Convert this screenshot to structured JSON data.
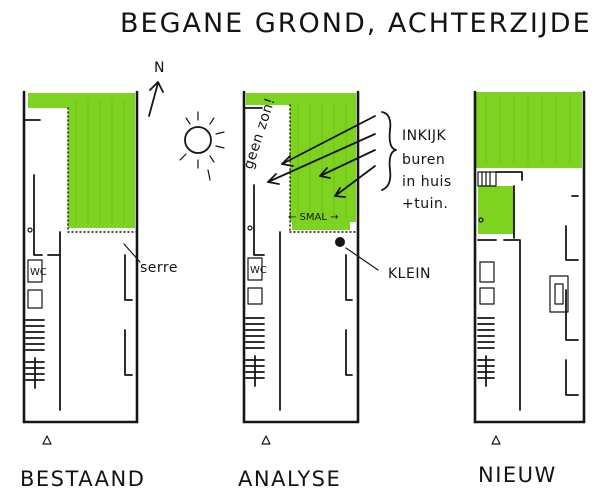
{
  "title": "BEGANE GROND, ACHTERZIJDE",
  "colors": {
    "ink": "#161616",
    "green": "#7ed321",
    "paper": "#ffffff"
  },
  "north_label": "N",
  "plans": [
    {
      "id": "bestaand",
      "label": "BESTAAND",
      "annotation": "serre"
    },
    {
      "id": "analyse",
      "label": "ANALYSE",
      "annotation_small": "← SMAL →",
      "annotation_klein": "KLEIN"
    },
    {
      "id": "nieuw",
      "label": "NIEUW"
    }
  ],
  "analyse_notes": {
    "sun_text": "geen zon!",
    "inkijk_lines": [
      "INKIJK",
      "buren",
      "in huis",
      "+tuin."
    ]
  },
  "room_tags": {
    "wc": "WC"
  }
}
